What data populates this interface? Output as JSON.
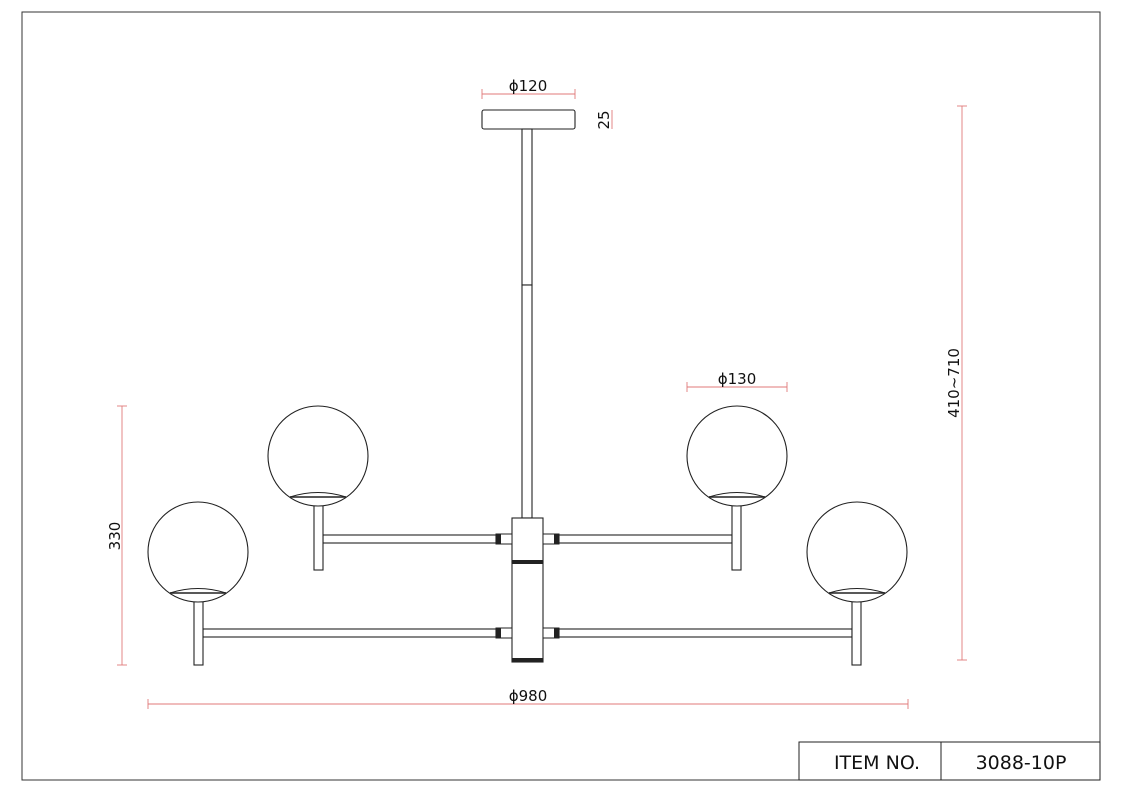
{
  "dimensions": {
    "canopy_diameter": "ϕ120",
    "canopy_height": "25",
    "globe_diameter": "ϕ130",
    "overall_height": "410~710",
    "arm_height": "330",
    "overall_diameter": "ϕ980"
  },
  "title_block": {
    "item_label": "ITEM NO.",
    "item_value": "3088-10P"
  }
}
